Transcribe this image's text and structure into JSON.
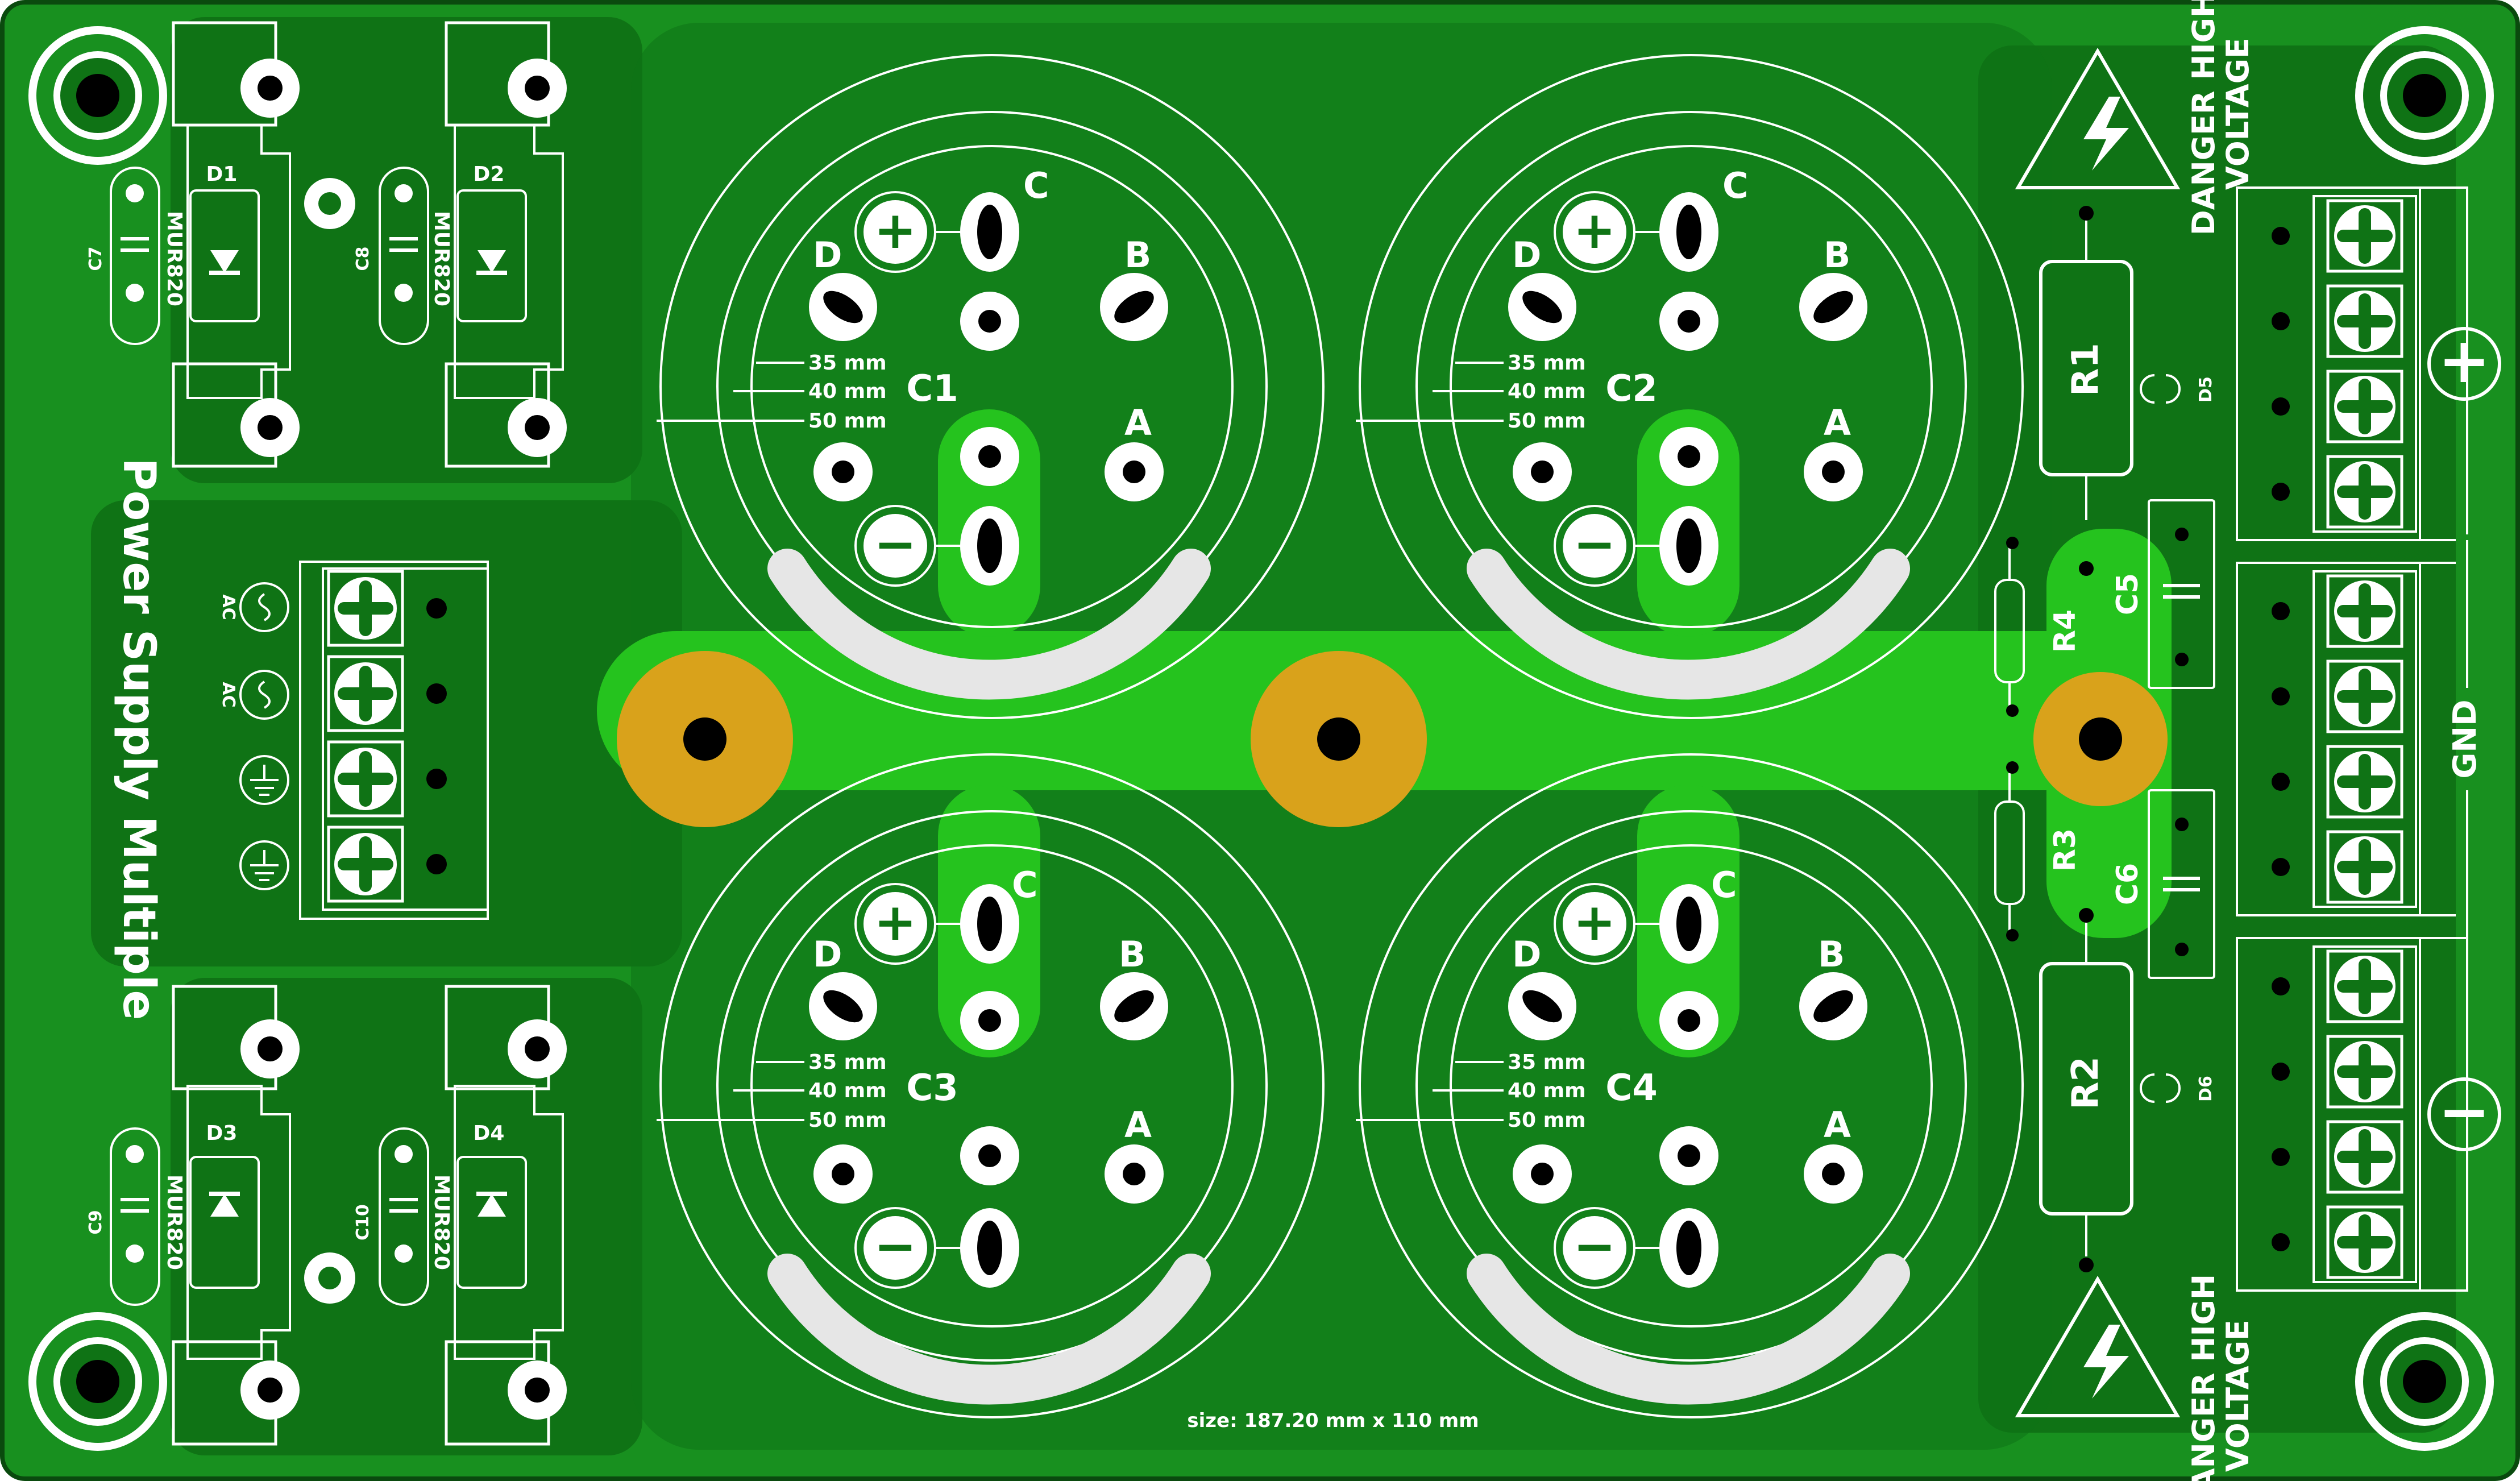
{
  "board": {
    "title": "Power Supply Multiple",
    "size_text": "size: 187.20 mm x 110 mm",
    "colors": {
      "pcb": "#18901f",
      "copper_dark": "#0e6a14",
      "copper_bright": "#22c21d",
      "silk": "#ffffff",
      "gold": "#d9a21b"
    }
  },
  "capacitors": [
    {
      "ref": "C1",
      "pin_c": "C",
      "pin_d": "D",
      "pin_b": "B",
      "pin_a": "A",
      "r35": "35 mm",
      "r40": "40 mm",
      "r50": "50 mm",
      "plus": "+",
      "minus": "−"
    },
    {
      "ref": "C2",
      "pin_c": "C",
      "pin_d": "D",
      "pin_b": "B",
      "pin_a": "A",
      "r35": "35 mm",
      "r40": "40 mm",
      "r50": "50 mm",
      "plus": "+",
      "minus": "−"
    },
    {
      "ref": "C3",
      "pin_c": "C",
      "pin_d": "D",
      "pin_b": "B",
      "pin_a": "A",
      "r35": "35 mm",
      "r40": "40 mm",
      "r50": "50 mm",
      "plus": "+",
      "minus": "−"
    },
    {
      "ref": "C4",
      "pin_c": "C",
      "pin_d": "D",
      "pin_b": "B",
      "pin_a": "A",
      "r35": "35 mm",
      "r40": "40 mm",
      "r50": "50 mm",
      "plus": "+",
      "minus": "−"
    }
  ],
  "diodes": [
    {
      "ref": "D1",
      "part": "MUR820",
      "cap": "C7"
    },
    {
      "ref": "D2",
      "part": "MUR820",
      "cap": "C8"
    },
    {
      "ref": "D3",
      "part": "MUR820",
      "cap": "C9"
    },
    {
      "ref": "D4",
      "part": "MUR820",
      "cap": "C10"
    }
  ],
  "resistors": {
    "r1": "R1",
    "r2": "R2",
    "r3": "R3",
    "r4": "R4"
  },
  "small_caps": {
    "c5": "C5",
    "c6": "C6"
  },
  "leds": {
    "d5": "D5",
    "d6": "D6"
  },
  "input_terminal": {
    "labels": [
      "AC",
      "AC"
    ]
  },
  "output_labels": {
    "plus": "+",
    "gnd": "GND",
    "minus": "−"
  },
  "warnings": [
    {
      "line1": "DANGER HIGH",
      "line2": "VOLTAGE"
    },
    {
      "line1": "DANGER HIGH",
      "line2": "VOLTAGE"
    }
  ]
}
